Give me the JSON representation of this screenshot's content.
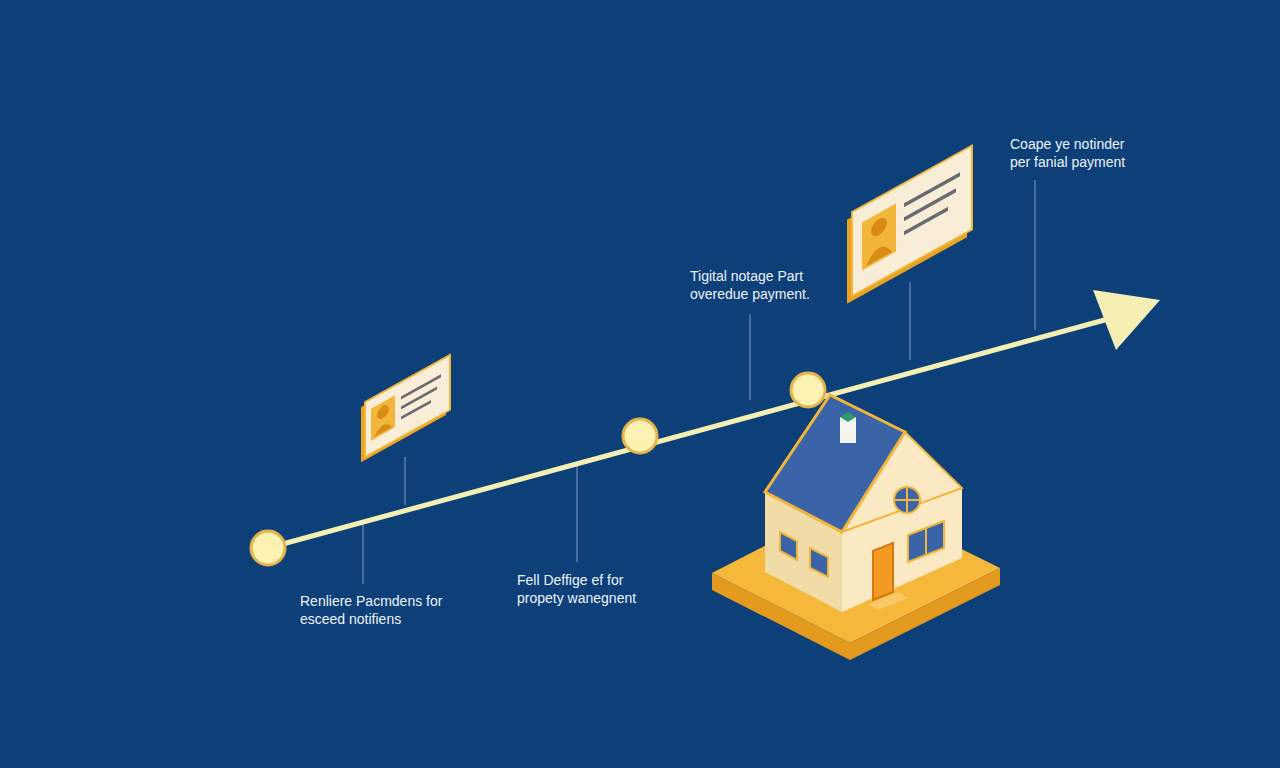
{
  "diagram": {
    "labels": [
      "Renliere Pacmdens for esceed notifiens",
      "Fell Deffige ef for propety wanegnent",
      "Tigital notage Part overedue payment.",
      "Coape ye notinder per fanial payment"
    ]
  }
}
